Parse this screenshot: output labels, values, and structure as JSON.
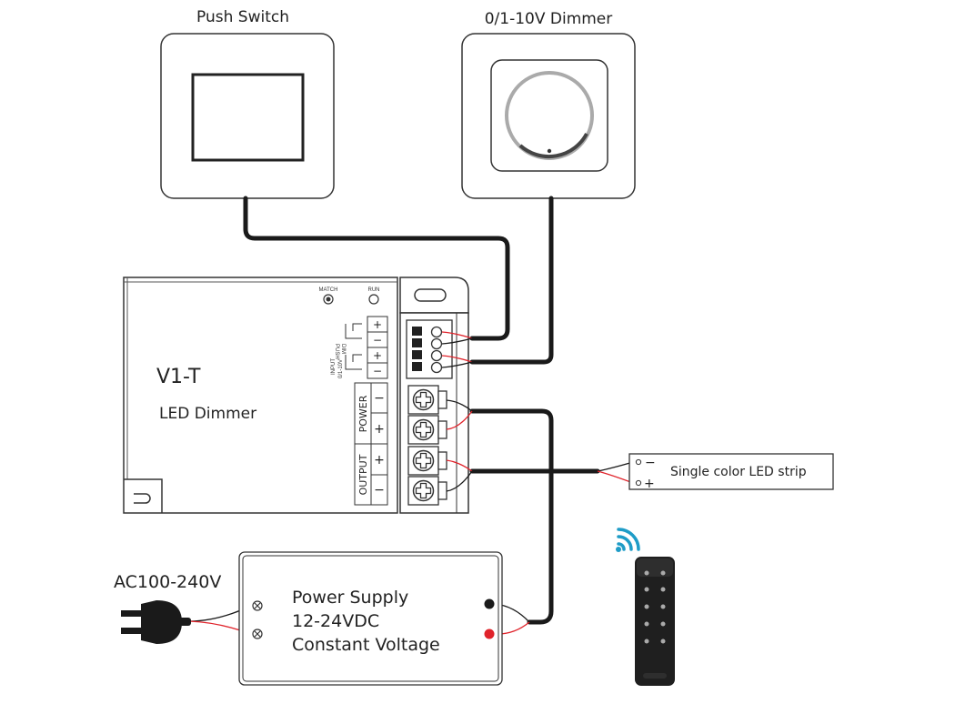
{
  "push_switch": {
    "title": "Push Switch"
  },
  "dimmer": {
    "title": "0/1-10V Dimmer"
  },
  "controller": {
    "model": "V1-T",
    "subtitle": "LED Dimmer",
    "match_label": "MATCH",
    "run_label": "RUN",
    "push_label": "PUSH",
    "dim_label": "DIM",
    "input_label": "INPUT",
    "voltage_label": "0/1-10V",
    "power_label": "POWER",
    "output_label": "OUTPUT",
    "plus": "+",
    "minus": "−"
  },
  "led_strip": {
    "label": "Single color LED strip",
    "minus": "−",
    "plus": "+"
  },
  "power_supply": {
    "line1": "Power Supply",
    "line2": "12-24VDC",
    "line3": "Constant Voltage"
  },
  "ac_input": {
    "label": "AC100-240V"
  },
  "remote": {
    "signal_icon": "wifi-signal-icon",
    "wire_red": "#e0232b",
    "wire_black": "#1a1a1a"
  }
}
